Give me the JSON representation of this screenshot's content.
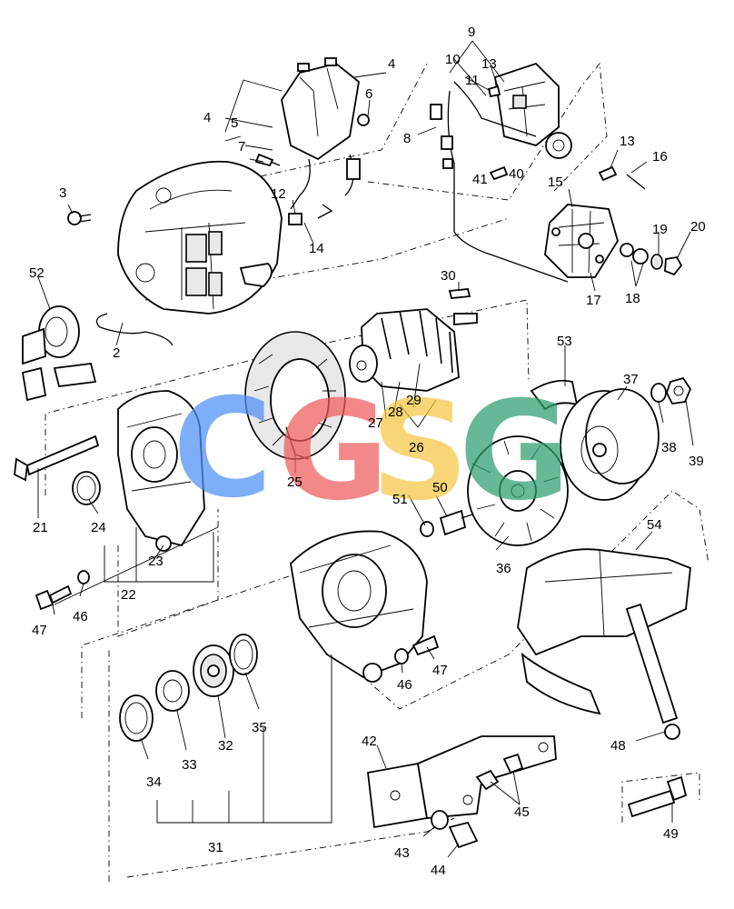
{
  "callouts": [
    "2",
    "3",
    "4",
    "5",
    "6",
    "7",
    "8",
    "9",
    "10",
    "11",
    "12",
    "13",
    "14",
    "15",
    "16",
    "17",
    "18",
    "19",
    "20",
    "21",
    "22",
    "23",
    "24",
    "25",
    "26",
    "27",
    "28",
    "29",
    "30",
    "31",
    "32",
    "33",
    "34",
    "35",
    "36",
    "37",
    "38",
    "39",
    "40",
    "41",
    "42",
    "43",
    "44",
    "45",
    "46",
    "47",
    "48",
    "49",
    "50",
    "51",
    "52",
    "53",
    "54"
  ],
  "labels": {
    "l2": "2",
    "l3": "3",
    "l4a": "4",
    "l4b": "4",
    "l5": "5",
    "l6": "6",
    "l7": "7",
    "l8": "8",
    "l9": "9",
    "l10": "10",
    "l11": "11",
    "l12": "12",
    "l13a": "13",
    "l13b": "13",
    "l14": "14",
    "l15": "15",
    "l16": "16",
    "l17": "17",
    "l18": "18",
    "l19": "19",
    "l20": "20",
    "l21": "21",
    "l22": "22",
    "l23": "23",
    "l24": "24",
    "l25": "25",
    "l26": "26",
    "l27": "27",
    "l28": "28",
    "l29": "29",
    "l30": "30",
    "l31": "31",
    "l32": "32",
    "l33": "33",
    "l34": "34",
    "l35": "35",
    "l36": "36",
    "l37": "37",
    "l38": "38",
    "l39": "39",
    "l40": "40",
    "l41": "41",
    "l42": "42",
    "l43": "43",
    "l44": "44",
    "l45": "45",
    "l46a": "46",
    "l46b": "46",
    "l47a": "47",
    "l47b": "47",
    "l48": "48",
    "l49": "49",
    "l50": "50",
    "l51": "51",
    "l52": "52",
    "l53": "53",
    "l54": "54"
  },
  "watermark": {
    "letters": [
      "C",
      "G",
      "S",
      "G"
    ],
    "colors": [
      "#4f8ff7",
      "#ef5b5b",
      "#f6c744",
      "#2e9e6e"
    ]
  }
}
